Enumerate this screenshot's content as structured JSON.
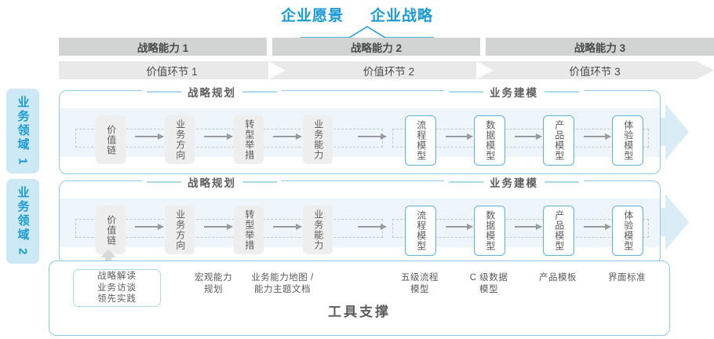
{
  "header": {
    "titles": [
      "企业愿景",
      "企业战略"
    ],
    "accent_color": "#1a9ad7"
  },
  "capability_bar": {
    "segments": [
      {
        "label": "战略能力 1"
      },
      {
        "label": "战略能力 2"
      },
      {
        "label": "战略能力 3"
      }
    ],
    "bg_color": "#d2d3d3"
  },
  "value_bar": {
    "segments": [
      {
        "label": "价值环节 1"
      },
      {
        "label": "价值环节 2"
      },
      {
        "label": "价值环节 3"
      }
    ],
    "bg_color": "#e9e9e9"
  },
  "domains": [
    {
      "label": "业务领域 1"
    },
    {
      "label": "业务领域 2"
    }
  ],
  "rows": [
    {
      "sections": [
        {
          "title": "战略规划",
          "nodes": [
            "价值链",
            "业务方向",
            "转型举措",
            "业务能力"
          ]
        },
        {
          "title": "业务建模",
          "nodes": [
            "流程模型",
            "数据模型",
            "产品模型",
            "体验模型"
          ]
        }
      ]
    },
    {
      "sections": [
        {
          "title": "战略规划",
          "nodes": [
            "价值链",
            "业务方向",
            "转型举措",
            "业务能力"
          ]
        },
        {
          "title": "业务建模",
          "nodes": [
            "流程模型",
            "数据模型",
            "产品模型",
            "体验模型"
          ]
        }
      ]
    }
  ],
  "tool_support": {
    "title": "工具支撑",
    "card_lines": [
      "战略解读",
      "业务访谈",
      "领先实践"
    ],
    "labels": [
      {
        "lines": [
          "宏观能力",
          "规划"
        ]
      },
      {
        "lines": [
          "业务能力地图 /",
          "能力主题文档"
        ]
      },
      {
        "lines": [
          "五级流程",
          "模型"
        ]
      },
      {
        "lines": [
          "C 级数据",
          "模型"
        ]
      },
      {
        "lines": [
          "产品模板"
        ]
      },
      {
        "lines": [
          "界面标准"
        ]
      }
    ]
  },
  "colors": {
    "accent": "#1a9ad7",
    "pale_blue": "#cde9f5",
    "border_blue": "#8ecbe8",
    "node_gray": "#eeeeee",
    "node_blue_border": "#5ab4e0",
    "text_gray": "#5a5a5a"
  }
}
